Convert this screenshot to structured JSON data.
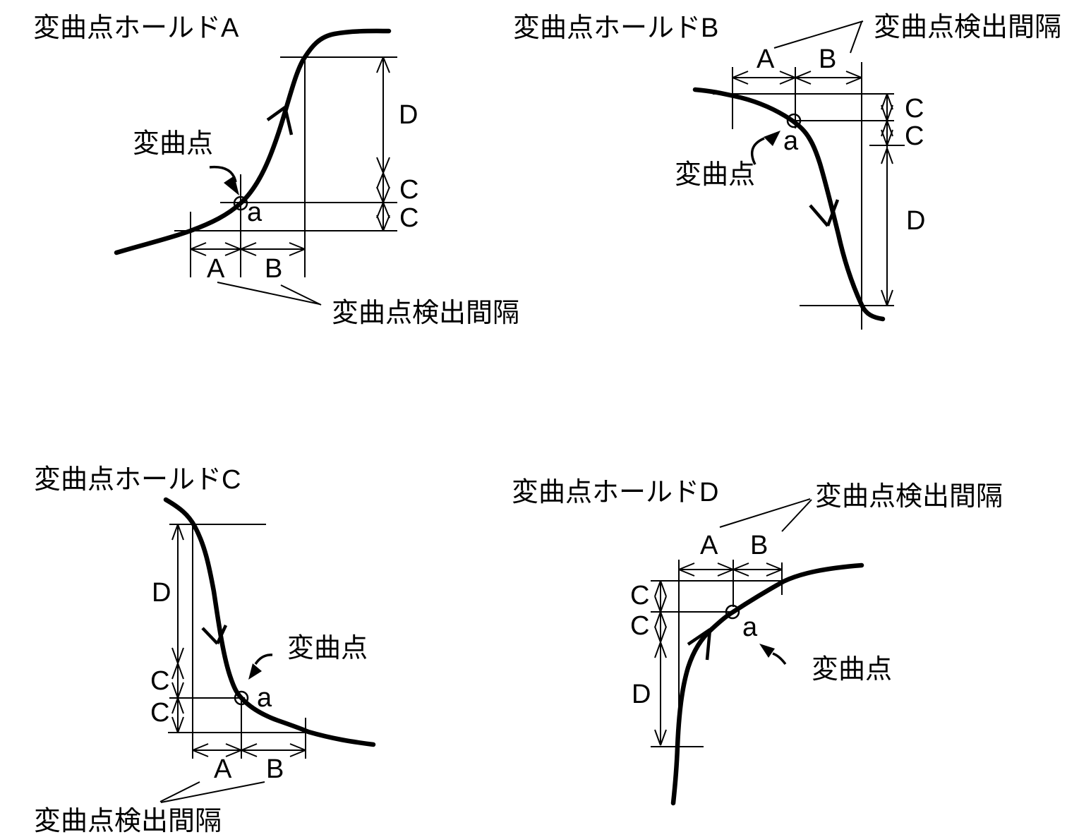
{
  "colors": {
    "ink": "#000000",
    "background": "#ffffff"
  },
  "panel_a": {
    "title": "変曲点ホールドA",
    "inflection_label": "変曲点",
    "point": "a",
    "interval_label": "変曲点検出間隔",
    "dim_a": "A",
    "dim_b": "B",
    "dim_c_upper": "C",
    "dim_c_lower": "C",
    "dim_d": "D"
  },
  "panel_b": {
    "title": "変曲点ホールドB",
    "inflection_label": "変曲点",
    "point": "a",
    "interval_label": "変曲点検出間隔",
    "dim_a": "A",
    "dim_b": "B",
    "dim_c_upper": "C",
    "dim_c_lower": "C",
    "dim_d": "D"
  },
  "panel_c": {
    "title": "変曲点ホールドC",
    "inflection_label": "変曲点",
    "point": "a",
    "interval_label": "変曲点検出間隔",
    "dim_a": "A",
    "dim_b": "B",
    "dim_c_upper": "C",
    "dim_c_lower": "C",
    "dim_d": "D"
  },
  "panel_d": {
    "title": "変曲点ホールドD",
    "inflection_label": "変曲点",
    "point": "a",
    "interval_label": "変曲点検出間隔",
    "dim_a": "A",
    "dim_b": "B",
    "dim_c_upper": "C",
    "dim_c_lower": "C",
    "dim_d": "D"
  }
}
